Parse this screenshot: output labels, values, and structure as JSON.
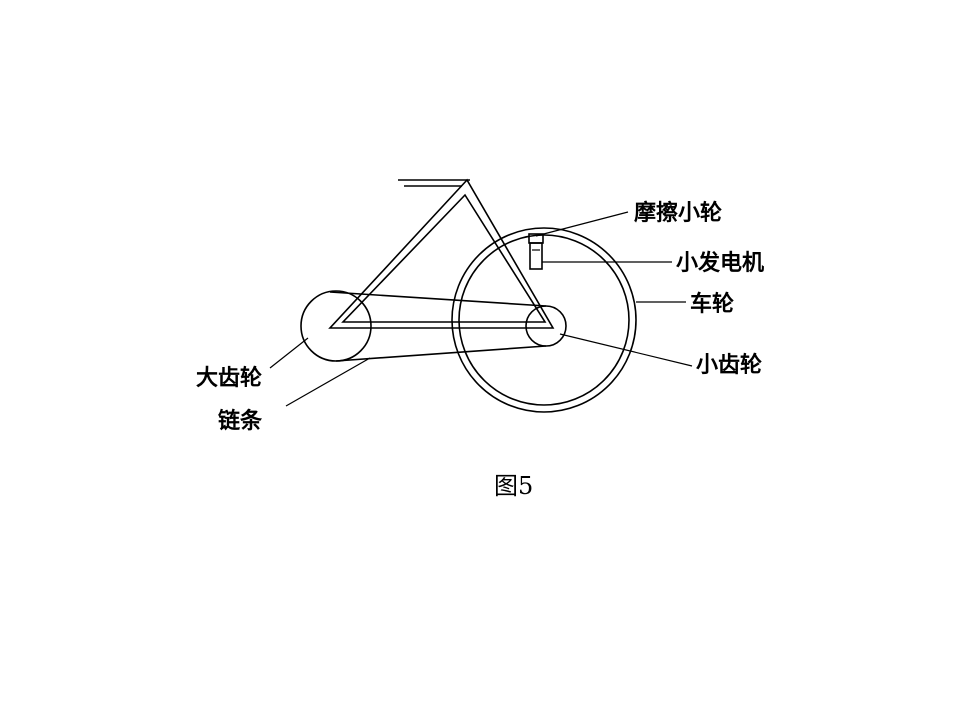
{
  "labels": {
    "friction_wheel": "摩擦小轮",
    "generator": "小发电机",
    "wheel": "车轮",
    "big_gear": "大齿轮",
    "small_gear": "小齿轮",
    "chain": "链条"
  },
  "caption": "图5"
}
